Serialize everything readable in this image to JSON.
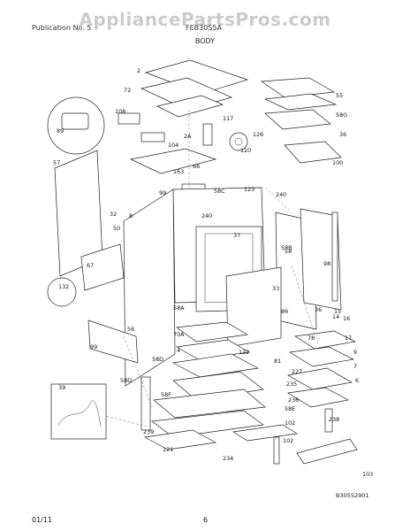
{
  "watermark": "AppliancePartsPros.com",
  "header": {
    "left": "Publication No. 5",
    "right": "FEB30S5A"
  },
  "title": "BODY",
  "footer": {
    "date": "01/11",
    "page": "6"
  },
  "diagram_code": "B30552901",
  "part_labels": [
    "2",
    "72",
    "55",
    "58G",
    "36",
    "100",
    "108",
    "89",
    "117",
    "2A",
    "104",
    "126",
    "120",
    "57",
    "163",
    "66",
    "58C",
    "123",
    "240",
    "32",
    "50",
    "8",
    "240",
    "37",
    "58B",
    "58",
    "67",
    "99",
    "98",
    "132",
    "33",
    "86",
    "36",
    "15",
    "14",
    "16",
    "17",
    "78",
    "9",
    "7",
    "6",
    "227",
    "81",
    "235",
    "236",
    "58E",
    "102",
    "238",
    "56",
    "99",
    "58A",
    "70A",
    "58D",
    "4",
    "122",
    "58D",
    "58F",
    "39",
    "239",
    "121",
    "234",
    "102",
    "103"
  ]
}
